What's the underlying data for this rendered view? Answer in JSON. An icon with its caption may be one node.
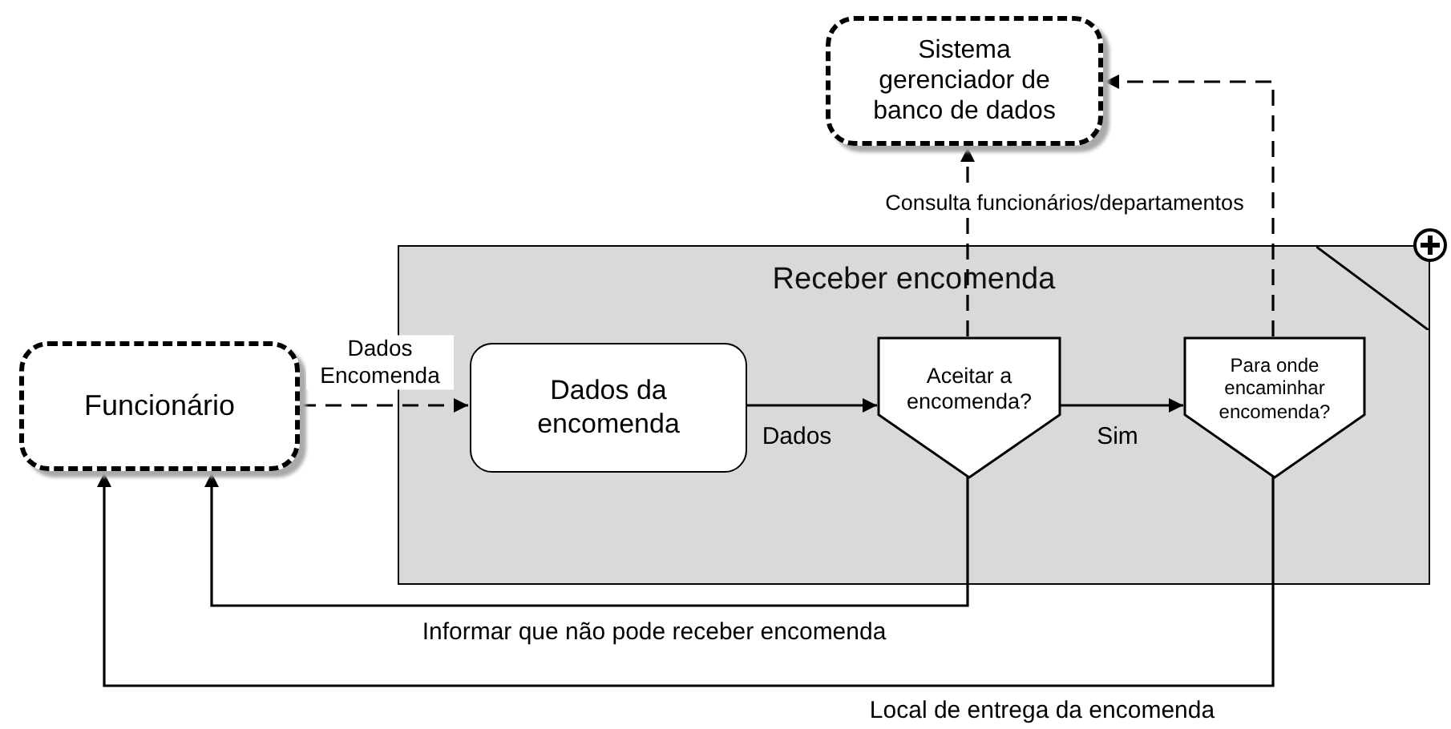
{
  "diagram": {
    "nodes": [
      {
        "text": [
          "Funcionário"
        ]
      },
      {
        "text": [
          "Sistema gerenciador de banco de dados"
        ]
      },
      {
        "text": [
          "Receber encomenda"
        ]
      },
      {
        "text": [
          "Dados da encomenda"
        ],
        "in": 2
      },
      {
        "text": [
          "Aceitar a encomenda?"
        ],
        "in": 2
      },
      {
        "text": [
          "Para onde encaminhar encomenda?"
        ],
        "in": 2
      }
    ],
    "edges": [
      {
        "from": 0,
        "to": 3,
        "arrow": "to",
        "label": "Dados Encomenda",
        "style": "dashed"
      },
      {
        "from": 3,
        "to": 4,
        "arrow": "to",
        "label": "Dados"
      },
      {
        "from": 4,
        "to": 5,
        "arrow": "to",
        "label": "Sim"
      },
      {
        "from": 4,
        "to": 1,
        "arrow": "to",
        "label": "Consulta funcionários/departamentos",
        "style": "dashed"
      },
      {
        "from": 5,
        "to": 1,
        "arrow": "to",
        "style": "dashed"
      },
      {
        "from": 4,
        "to": 0,
        "arrow": "to",
        "label": "Informar que não pode receber encomenda"
      },
      {
        "from": 5,
        "to": 0,
        "arrow": "to",
        "label": "Local de entrega da encomenda"
      }
    ]
  }
}
